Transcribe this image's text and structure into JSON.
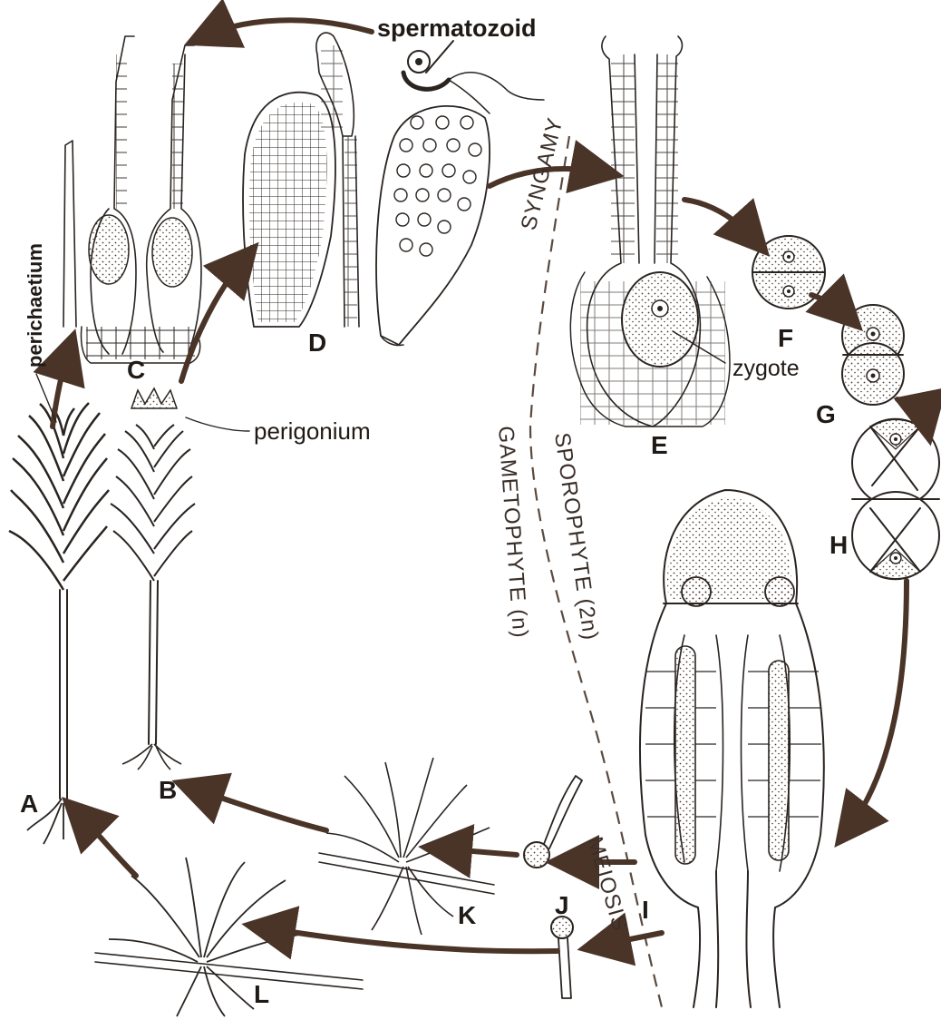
{
  "labels": {
    "A": "A",
    "B": "B",
    "C": "C",
    "D": "D",
    "E": "E",
    "F": "F",
    "G": "G",
    "H": "H",
    "I": "I",
    "J": "J",
    "K": "K",
    "L": "L"
  },
  "terms": {
    "spermatozoid": "spermatozoid",
    "perichaetium": "perichaetium",
    "perigonium": "perigonium",
    "zygote": "zygote"
  },
  "phases": {
    "syngamy": "SYNGAMY",
    "sporophyte": "SPOROPHYTE (2n)",
    "gametophyte": "GAMETOPHYTE (n)",
    "meiosis": "MEIOSIS"
  },
  "colors": {
    "ink": "#2a2420",
    "arrow": "#4a3428",
    "paper": "#ffffff"
  }
}
